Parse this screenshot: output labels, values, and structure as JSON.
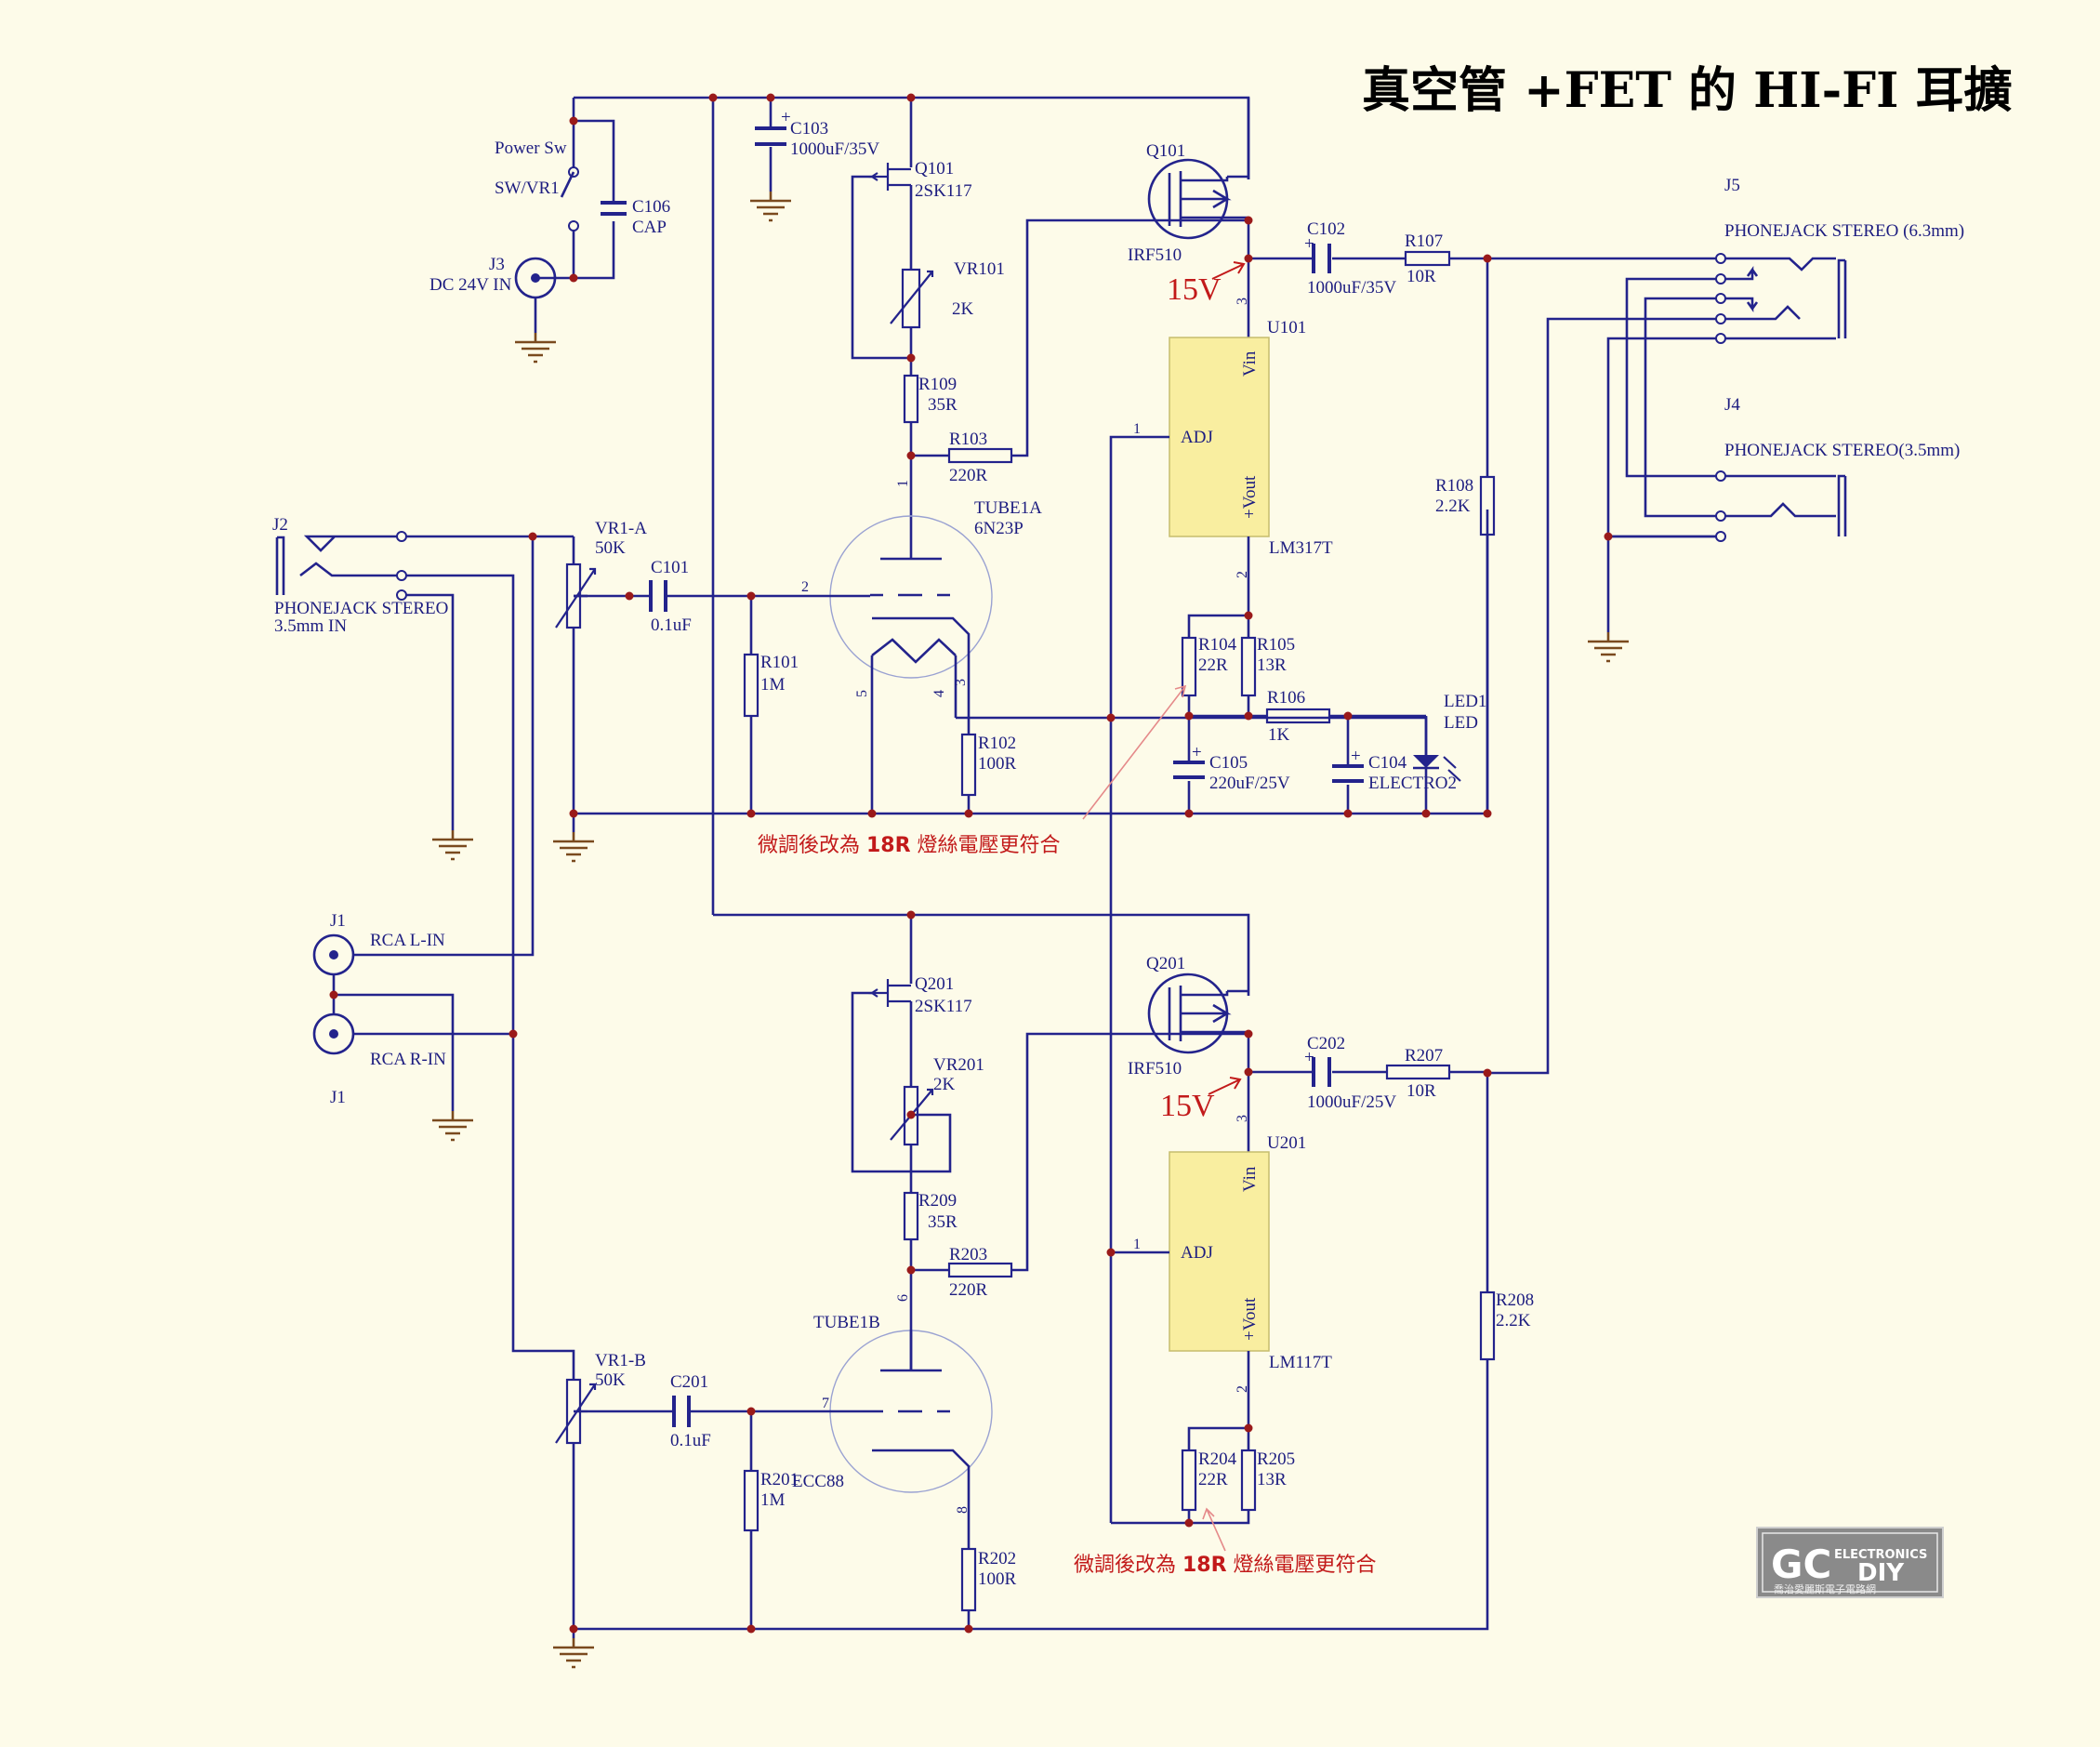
{
  "title": "真空管 +FET 的 HI-FI 耳擴",
  "logo": {
    "brand": "GC",
    "sub1": "ELECTRONICS",
    "sub2": "DIY",
    "tagline": "喬治愛麗斯電子電路網"
  },
  "power": {
    "switch_label": "Power Sw",
    "switch_ref": "SW/VR1",
    "cap_ref": "C106",
    "cap_val": "CAP",
    "jack_ref": "J3",
    "jack_val": "DC 24V IN",
    "c103_ref": "C103",
    "c103_val": "1000uF/35V"
  },
  "ch1": {
    "q_jfet": {
      "ref": "Q101",
      "val": "2SK117"
    },
    "vr": {
      "ref": "VR101",
      "val": "2K"
    },
    "r109": {
      "ref": "R109",
      "val": "35R"
    },
    "r103": {
      "ref": "R103",
      "val": "220R"
    },
    "tube": {
      "ref": "TUBE1A",
      "val": "6N23P"
    },
    "mosfet": {
      "ref": "Q101",
      "val": "IRF510"
    },
    "c102": {
      "ref": "C102",
      "val": "1000uF/35V"
    },
    "r107": {
      "ref": "R107",
      "val": "10R"
    },
    "r108": {
      "ref": "R108",
      "val": "2.2K"
    },
    "reg": {
      "ref": "U101",
      "val": "LM317T",
      "vin": "Vin",
      "adj": "ADJ",
      "vout": "+Vout"
    },
    "volt": "15V",
    "c101": {
      "ref": "C101",
      "val": "0.1uF"
    },
    "r101": {
      "ref": "R101",
      "val": "1M"
    },
    "r102": {
      "ref": "R102",
      "val": "100R"
    },
    "r104": {
      "ref": "R104",
      "val": "22R"
    },
    "r105": {
      "ref": "R105",
      "val": "13R"
    },
    "r106": {
      "ref": "R106",
      "val": "1K"
    },
    "c105": {
      "ref": "C105",
      "val": "220uF/25V"
    },
    "c104": {
      "ref": "C104",
      "val": "ELECTRO2"
    },
    "led": {
      "ref": "LED1",
      "val": "LED"
    },
    "vr_a": {
      "ref": "VR1-A",
      "val": "50K"
    },
    "note": {
      "pre": "微調後改為 ",
      "bold": "18R",
      "post": " 燈絲電壓更符合"
    }
  },
  "ch2": {
    "q_jfet": {
      "ref": "Q201",
      "val": "2SK117"
    },
    "vr": {
      "ref": "VR201",
      "val": "2K"
    },
    "r209": {
      "ref": "R209",
      "val": "35R"
    },
    "r203": {
      "ref": "R203",
      "val": "220R"
    },
    "tube": {
      "ref": "TUBE1B",
      "val": "ECC88"
    },
    "mosfet": {
      "ref": "Q201",
      "val": "IRF510"
    },
    "c202": {
      "ref": "C202",
      "val": "1000uF/25V"
    },
    "r207": {
      "ref": "R207",
      "val": "10R"
    },
    "r208": {
      "ref": "R208",
      "val": "2.2K"
    },
    "reg": {
      "ref": "U201",
      "val": "LM117T",
      "vin": "Vin",
      "adj": "ADJ",
      "vout": "+Vout"
    },
    "volt": "15V",
    "c201": {
      "ref": "C201",
      "val": "0.1uF"
    },
    "r201": {
      "ref": "R201",
      "val": "1M"
    },
    "r202": {
      "ref": "R202",
      "val": "100R"
    },
    "r204": {
      "ref": "R204",
      "val": "22R"
    },
    "r205": {
      "ref": "R205",
      "val": "13R"
    },
    "vr_b": {
      "ref": "VR1-B",
      "val": "50K"
    },
    "note": {
      "pre": "微調後改為 ",
      "bold": "18R",
      "post": " 燈絲電壓更符合"
    }
  },
  "jacks": {
    "j2": {
      "ref": "J2",
      "val": "PHONEJACK STEREO",
      "sub": "3.5mm IN"
    },
    "j1_l": {
      "ref": "J1",
      "val": "RCA L-IN"
    },
    "j1_r": {
      "ref": "J1",
      "val": "RCA R-IN"
    },
    "j5": {
      "ref": "J5",
      "val": "PHONEJACK STEREO (6.3mm)"
    },
    "j4": {
      "ref": "J4",
      "val": "PHONEJACK STEREO(3.5mm)"
    }
  },
  "pins": {
    "p1": "1",
    "p2": "2",
    "p3": "3",
    "p4": "4",
    "p5": "5",
    "p6": "6",
    "p7": "7",
    "p8": "8"
  }
}
